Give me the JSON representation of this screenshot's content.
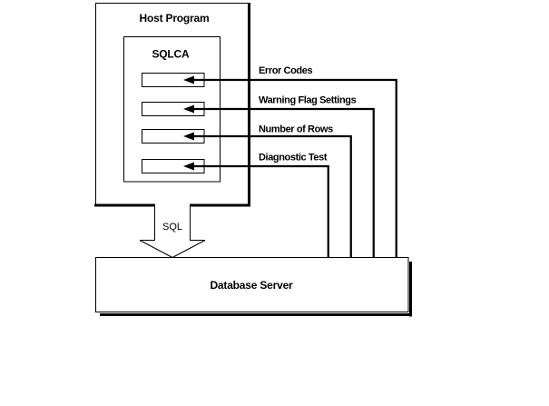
{
  "diagram": {
    "background_color": "#ffffff",
    "line_color": "#000000",
    "box_fill_color": "#ffffff",
    "host_program": {
      "label": "Host Program"
    },
    "sqlca": {
      "label": "SQLCA"
    },
    "connections": [
      {
        "label": "Error Codes"
      },
      {
        "label": "Warning Flag Settings"
      },
      {
        "label": "Number of Rows"
      },
      {
        "label": "Diagnostic Test"
      }
    ],
    "sql_flow": {
      "label": "SQL"
    },
    "database_server": {
      "label": "Database Server"
    }
  }
}
